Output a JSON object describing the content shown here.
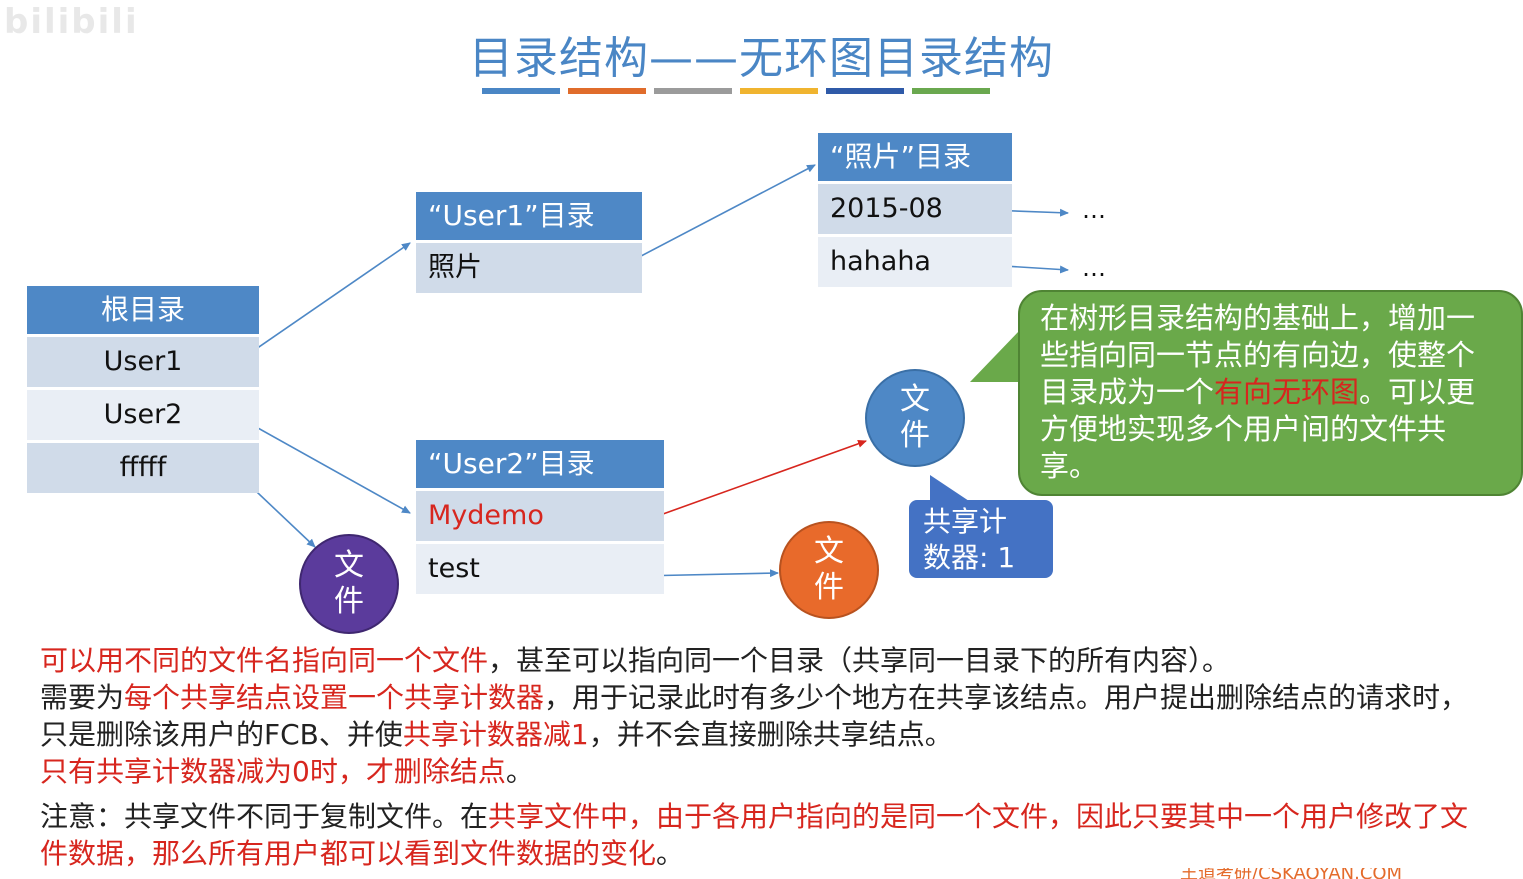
{
  "watermark": "bilibili",
  "title": "目录结构——无环图目录结构",
  "underline_colors": [
    "#4a86c5",
    "#e06c2b",
    "#9b9b9b",
    "#f0b42f",
    "#2f5aa8",
    "#6aa84f"
  ],
  "root_dir": {
    "header": "根目录",
    "rows": [
      "User1",
      "User2",
      "fffff"
    ]
  },
  "user1_dir": {
    "header": "“User1”目录",
    "rows": [
      "照片"
    ]
  },
  "photo_dir": {
    "header": "“照片”目录",
    "rows": [
      "2015-08",
      "hahaha"
    ],
    "ellipsis": [
      "…",
      "…"
    ]
  },
  "user2_dir": {
    "header": "“User2”目录",
    "rows": [
      "Mydemo",
      "test"
    ]
  },
  "file_nodes": {
    "purple": [
      "文",
      "件"
    ],
    "blue": [
      "文",
      "件"
    ],
    "orange": [
      "文",
      "件"
    ]
  },
  "colors": {
    "purple": "#5b3b9c",
    "blue": "#4e88c6",
    "orange": "#e86a2b",
    "red": "#d7261e",
    "green": "#6aa94a",
    "header": "#4e88c6"
  },
  "share_counter": {
    "line1": "共享计",
    "line2": "数器: 1"
  },
  "callout": {
    "part1": "在树形目录结构的基础上，增加一些指向同一节点的有向边，使整个目录成为一个",
    "highlight": "有向无环图",
    "part2": "。可以更方便地实现多个用户间的文件共享。"
  },
  "notes": {
    "l1_red": "可以用不同的文件名指向同一个文件",
    "l1_rest": "，甚至可以指向同一个目录（共享同一目录下的所有内容）。",
    "l2_a": "需要为",
    "l2_red": "每个共享结点设置一个共享计数器",
    "l2_b": "，用于记录此时有多少个地方在共享该结点。用户提出删除结点的请求时，只是删除该用户的FCB、并使",
    "l2_red2": "共享计数器减1",
    "l2_c": "，并不会直接删除共享结点。",
    "l3_red": "只有共享计数器减为0时，才删除结点",
    "l3_rest": "。",
    "l4_a": "注意：共享文件不同于复制文件。在",
    "l4_red": "共享文件中，由于各用户指向的是同一个文件，因此只要其中一个用户修改了文件数据，那么所有用户都可以看到文件数据的变化",
    "l4_b": "。"
  },
  "corner_text": "王道考研/CSKAOYAN.COM"
}
